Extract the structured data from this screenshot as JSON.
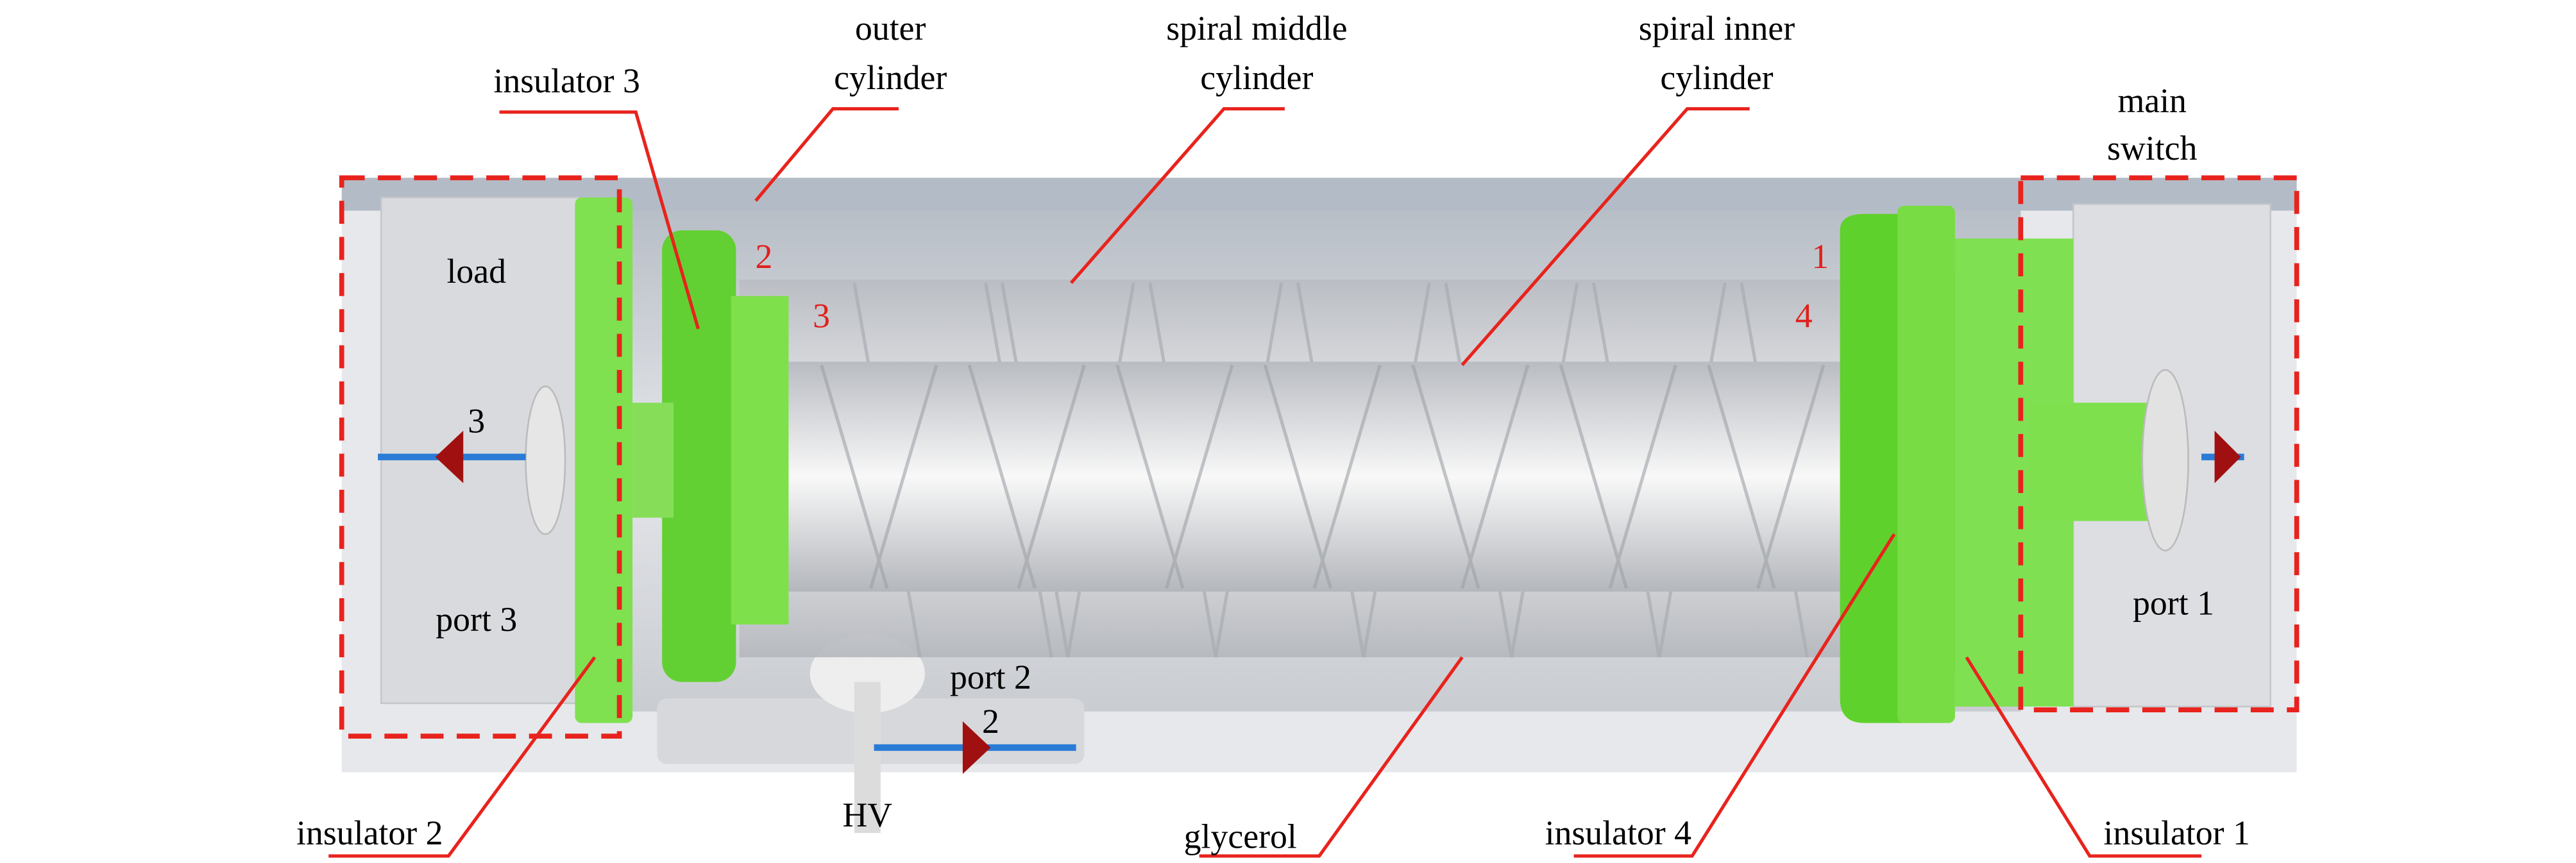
{
  "labels": {
    "outer_cylinder": [
      "outer",
      "cylinder"
    ],
    "spiral_middle_cylinder": [
      "spiral middle",
      "cylinder"
    ],
    "spiral_inner_cylinder": [
      "spiral inner",
      "cylinder"
    ],
    "insulator_3": "insulator 3",
    "main_switch": [
      "main",
      "switch"
    ],
    "load": "load",
    "port_3": "port 3",
    "port_2": "port 2",
    "port_1": "port 1",
    "hv": "HV",
    "glycerol": "glycerol",
    "insulator_2": "insulator 2",
    "insulator_4": "insulator 4",
    "insulator_1": "insulator 1"
  },
  "markers": {
    "m1": "1",
    "m2": "2",
    "m3": "3",
    "m4": "4"
  },
  "port_numbers": {
    "p3": "3",
    "p2": "2"
  },
  "colors": {
    "insulator": "#6fe03a",
    "leader": "#e8231d",
    "port_line": "#2a7bd6",
    "port_arrow": "#a01010"
  }
}
